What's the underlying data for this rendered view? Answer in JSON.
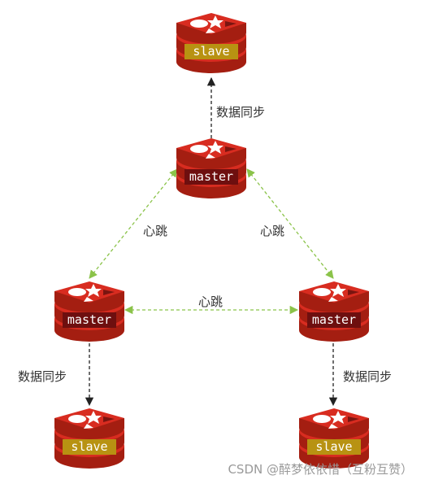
{
  "nodes": {
    "top_slave": {
      "label": "slave"
    },
    "center_master": {
      "label": "master"
    },
    "left_master": {
      "label": "master"
    },
    "right_master": {
      "label": "master"
    },
    "bottom_left_slave": {
      "label": "slave"
    },
    "bottom_right_slave": {
      "label": "slave"
    }
  },
  "edges": {
    "sync_top": "数据同步",
    "heartbeat_left": "心跳",
    "heartbeat_right": "心跳",
    "heartbeat_bottom": "心跳",
    "sync_left": "数据同步",
    "sync_right": "数据同步"
  },
  "watermark": "CSDN @醉梦依依惜（互粉互赞）",
  "colors": {
    "redis_red": "#d82c20",
    "redis_dark": "#a41e11",
    "master_label_bg": "#6e0f0f",
    "slave_label_bg": "#b89212",
    "heartbeat_line": "#8bc34a",
    "sync_line": "#222222"
  },
  "icons": {
    "node": "redis-logo-icon"
  }
}
